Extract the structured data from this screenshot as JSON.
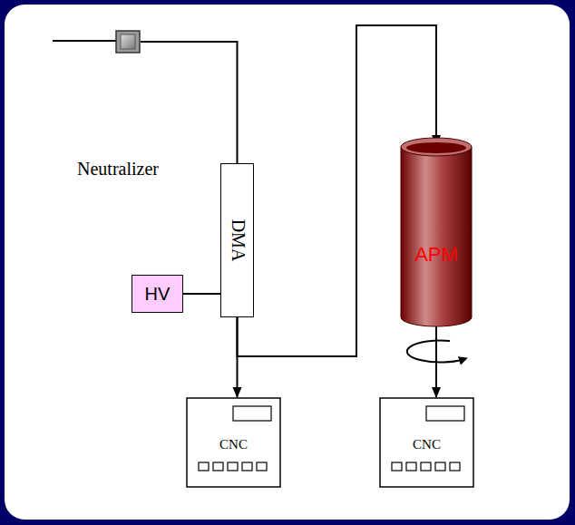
{
  "diagram": {
    "nodes": [
      {
        "text": [
          "Neutralizer"
        ]
      },
      {
        "text": [
          "DMA"
        ]
      },
      {
        "text": [
          "HV"
        ]
      },
      {
        "text": [
          "APM"
        ]
      },
      {
        "text": [
          "CNC"
        ]
      },
      {
        "text": [
          "CNC"
        ]
      }
    ],
    "edges": [
      {
        "from": 0,
        "to": 1,
        "arrow": "none"
      },
      {
        "from": 2,
        "to": 1,
        "arrow": "none"
      },
      {
        "from": 1,
        "to": 4,
        "arrow": "to"
      },
      {
        "from": 1,
        "to": 3,
        "arrow": "to"
      },
      {
        "from": 3,
        "to": 5,
        "arrow": "to"
      }
    ]
  }
}
